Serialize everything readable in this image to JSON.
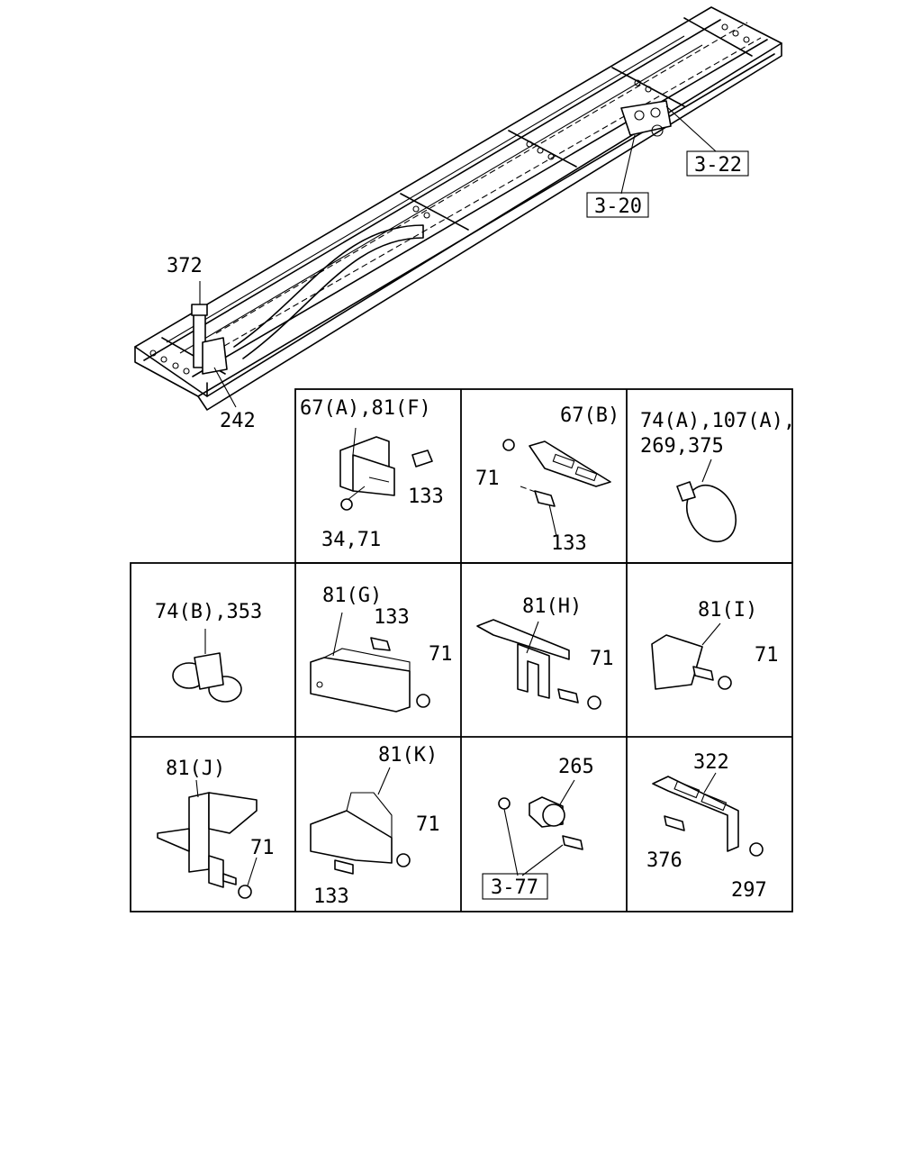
{
  "frame": {
    "labels": {
      "bolt_top": "372",
      "bracket_base": "242"
    },
    "refs": {
      "ref_3_22": "3-22",
      "ref_3_20": "3-20"
    }
  },
  "panels": {
    "p1": {
      "title": "67(A),81(F)",
      "bolt": "133",
      "nut": "34,71"
    },
    "p2": {
      "title": "67(B)",
      "nut": "71",
      "bolt": "133"
    },
    "p3": {
      "title_line1": "74(A),107(A),",
      "title_line2": "269,375"
    },
    "p4": {
      "title": "74(B),353"
    },
    "p5": {
      "title": "81(G)",
      "bolt": "133",
      "nut": "71"
    },
    "p6": {
      "title": "81(H)",
      "nut": "71"
    },
    "p7": {
      "title": "81(I)",
      "nut": "71"
    },
    "p8": {
      "title": "81(J)",
      "nut": "71"
    },
    "p9": {
      "title": "81(K)",
      "nut": "71",
      "bolt": "133"
    },
    "p10": {
      "title": "265",
      "ref": "3-77"
    },
    "p11": {
      "title": "322",
      "bolt": "376",
      "nut": "297"
    }
  }
}
